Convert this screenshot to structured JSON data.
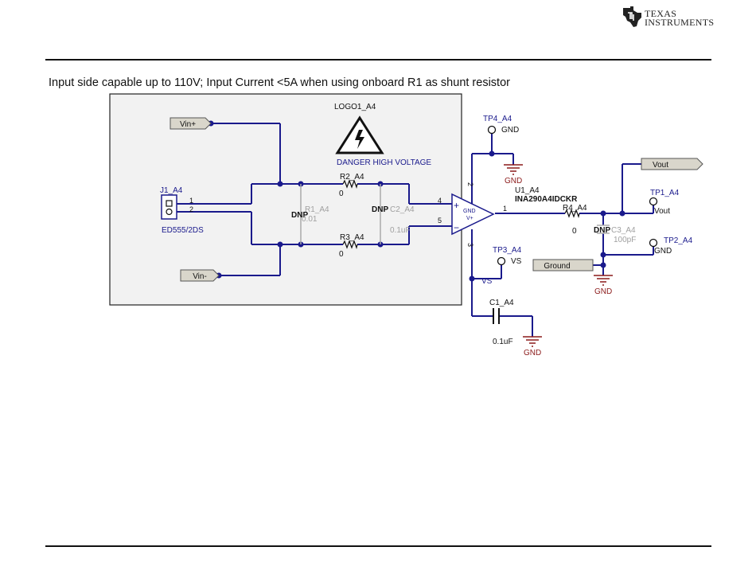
{
  "header": {
    "logo_line1": "Texas",
    "logo_line2": "Instruments"
  },
  "caption": "Input side capable up to 110V; Input Current <5A when using onboard R1 as shunt resistor",
  "colors": {
    "wire": "#1a1a8c",
    "designator": "#1a1a8c",
    "ground": "#8b1a1a",
    "dnp_grey": "#a0a0a0",
    "box_fill": "#f2f2f2"
  },
  "schematic": {
    "ports": {
      "vin_plus": "Vin+",
      "vin_minus": "Vin-",
      "vout": "Vout",
      "ground": "Ground"
    },
    "logo": {
      "designator": "LOGO1_A4",
      "text": "DANGER HIGH VOLTAGE"
    },
    "connector": {
      "designator": "J1_A4",
      "part": "ED555/2DS",
      "pin1": "1",
      "pin2": "2"
    },
    "r1": {
      "designator": "R1_A4",
      "value": "0.01",
      "dnp": "DNP"
    },
    "r2": {
      "designator": "R2_A4",
      "value": "0"
    },
    "r3": {
      "designator": "R3_A4",
      "value": "0"
    },
    "c2": {
      "designator": "C2_A4",
      "value": "0.1uF",
      "dnp": "DNP"
    },
    "u1": {
      "designator": "U1_A4",
      "part": "INA290A4IDCKR",
      "pin_in_plus": "4",
      "pin_in_minus": "5",
      "pin_gnd": "2",
      "pin_vs": "3",
      "pin_out": "1",
      "label_gnd": "GND",
      "label_vplus": "V+",
      "sym_plus": "+",
      "sym_minus": "−"
    },
    "tp4": {
      "designator": "TP4_A4",
      "net": "GND"
    },
    "tp3": {
      "designator": "TP3_A4",
      "net": "VS"
    },
    "tp1": {
      "designator": "TP1_A4",
      "net": "Vout"
    },
    "tp2": {
      "designator": "TP2_A4",
      "net": "GND"
    },
    "r4": {
      "designator": "R4_A4",
      "value": "0"
    },
    "c3": {
      "designator": "C3_A4",
      "value": "100pF",
      "dnp": "DNP"
    },
    "c1": {
      "designator": "C1_A4",
      "value": "0.1uF"
    },
    "net_vs": "VS",
    "gnd_label": "GND"
  }
}
